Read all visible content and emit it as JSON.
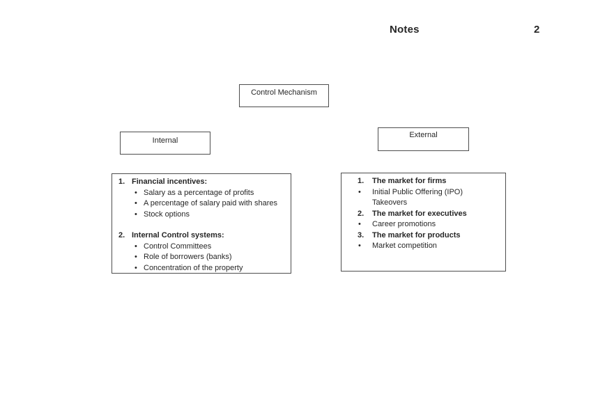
{
  "page": {
    "title": "Notes",
    "page_number": "2"
  },
  "diagram": {
    "root_box_label": "Control Mechanism",
    "internal_box_label": "Internal",
    "external_box_label": "External"
  },
  "internal_panel": {
    "items": [
      {
        "marker": "1.",
        "text": "Financial incentives:"
      },
      {
        "marker": "•",
        "text": "Salary as a percentage of profits"
      },
      {
        "marker": "•",
        "text": "A percentage of salary paid with shares"
      },
      {
        "marker": "•",
        "text": "Stock options"
      },
      {
        "marker": "2.",
        "text": "Internal Control systems:"
      },
      {
        "marker": "•",
        "text": "Control Committees"
      },
      {
        "marker": "•",
        "text": "Role of borrowers (banks)"
      },
      {
        "marker": "•",
        "text": "Concentration of the property"
      }
    ]
  },
  "external_panel": {
    "items": [
      {
        "marker": "1.",
        "text": "The market for firms"
      },
      {
        "marker": "•",
        "text": "Initial Public Offering (IPO)"
      },
      {
        "marker": "",
        "text": "Takeovers"
      },
      {
        "marker": "2.",
        "text": "The market for executives"
      },
      {
        "marker": "•",
        "text": "Career promotions"
      },
      {
        "marker": "3.",
        "text": "The market for products"
      },
      {
        "marker": "•",
        "text": "Market competition"
      }
    ]
  },
  "colors": {
    "background": "#ffffff",
    "border": "#4d4d4d",
    "text": "#262626"
  }
}
